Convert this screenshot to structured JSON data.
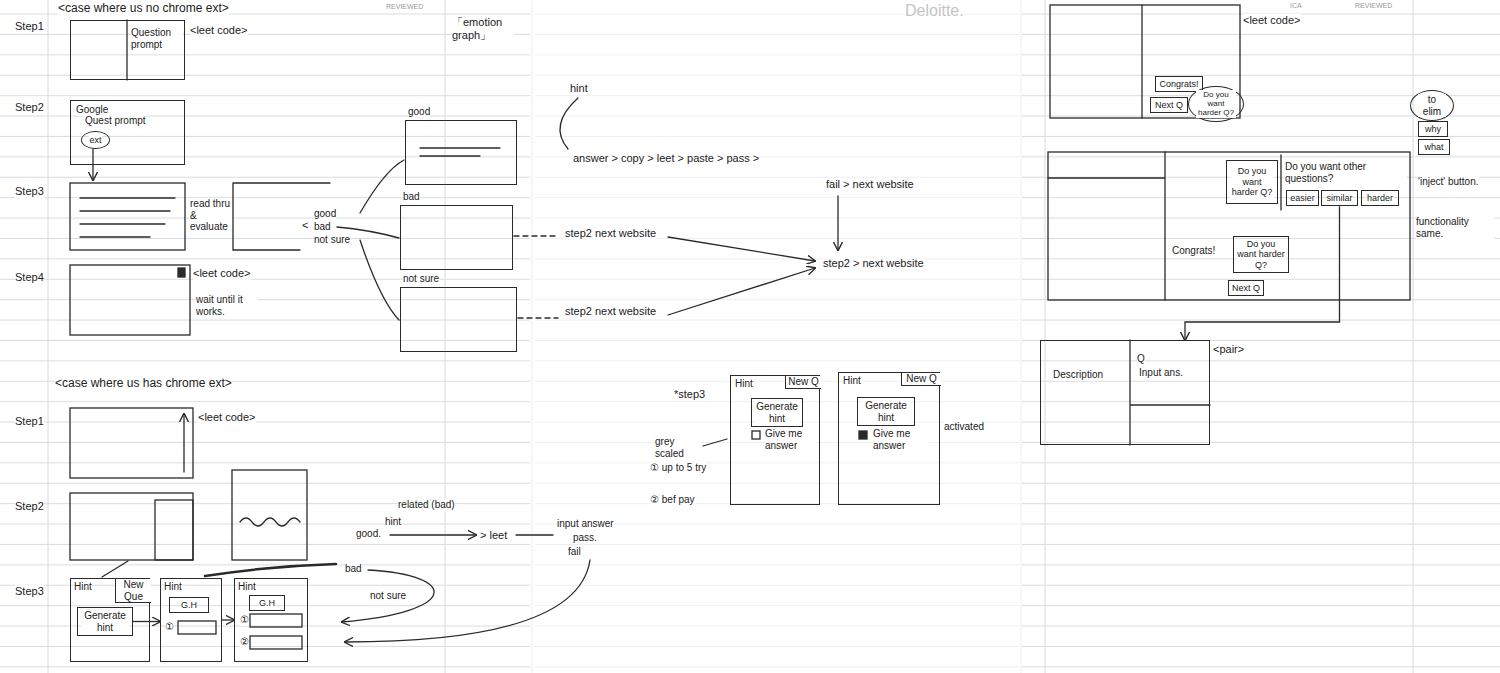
{
  "diagram": {
    "nodes": [
      {
        "text": [
          "Question prompt"
        ]
      },
      {
        "text": [
          "Google",
          "Quest prompt"
        ]
      },
      {
        "text": [
          "ext"
        ],
        "in": 1
      },
      {
        "text": [
          "good"
        ]
      },
      {
        "text": [
          "bad"
        ]
      },
      {
        "text": [
          "not sure"
        ]
      },
      {
        "text": [
          "Hint",
          "New Que"
        ]
      },
      {
        "text": [
          "Generate hint"
        ],
        "in": 6
      },
      {
        "text": [
          "Hint",
          "①"
        ]
      },
      {
        "text": [
          "G.H"
        ],
        "in": 8
      },
      {
        "text": [
          "Hint",
          "①",
          "②"
        ]
      },
      {
        "text": [
          "G.H"
        ],
        "in": 10
      },
      {
        "text": [
          "Hint",
          "New Q",
          "Give me answer"
        ]
      },
      {
        "text": [
          "Generate hint"
        ],
        "in": 12
      },
      {
        "text": [
          "Hint",
          "New Q",
          "Give me answer"
        ]
      },
      {
        "text": [
          "Generate hint"
        ],
        "in": 14
      },
      {
        "text": [
          "Congrats!"
        ]
      },
      {
        "text": [
          "Next Q"
        ]
      },
      {
        "text": [
          "Do you want harder Q?"
        ]
      },
      {
        "text": [
          "to elim"
        ]
      },
      {
        "text": [
          "why"
        ]
      },
      {
        "text": [
          "what"
        ]
      },
      {
        "text": [
          "Do you want harder Q?"
        ]
      },
      {
        "text": [
          "easier"
        ]
      },
      {
        "text": [
          "similar"
        ]
      },
      {
        "text": [
          "harder"
        ]
      },
      {
        "text": [
          "Do you want harder Q?"
        ]
      },
      {
        "text": [
          "Next Q"
        ]
      },
      {
        "text": [
          "Description",
          "Q",
          "Input ans."
        ]
      }
    ],
    "edges": [
      {
        "from": 7,
        "to": 8,
        "arrow": "to"
      },
      {
        "from": 8,
        "to": 10,
        "arrow": "to"
      },
      {
        "from": 24,
        "to": 28,
        "arrow": "to"
      }
    ],
    "labels": [
      "REVIEWED",
      "<case where us no chrome ext>",
      "「emotion graph」",
      "Step1",
      "<leet code>",
      "Step2",
      "Step3",
      "read thru & evaluate",
      "<",
      "good",
      "bad",
      "not sure",
      "Step4",
      "<leet code>",
      "wait until it works.",
      "<case where us has chrome ext>",
      "Step1",
      "<leet code>",
      "related (bad)",
      "hint",
      "good.",
      "> leet",
      "Step2",
      "input answer",
      "pass.",
      "fail",
      "bad",
      "not sure",
      "Step3",
      "hint",
      "answer > copy > leet > paste > pass >",
      "fail > next website",
      "step2 next website",
      "step2 > next website",
      "step2 next website",
      "*step3",
      "activated",
      "grey scaled",
      "① up to 5 try",
      "② bef pay",
      "Deloitte.",
      "ICA",
      "REVIEWED",
      "<leet code>",
      "Do you want other questions?",
      "'inject' button.",
      "functionality same.",
      "Congrats!",
      "<pair>"
    ]
  }
}
